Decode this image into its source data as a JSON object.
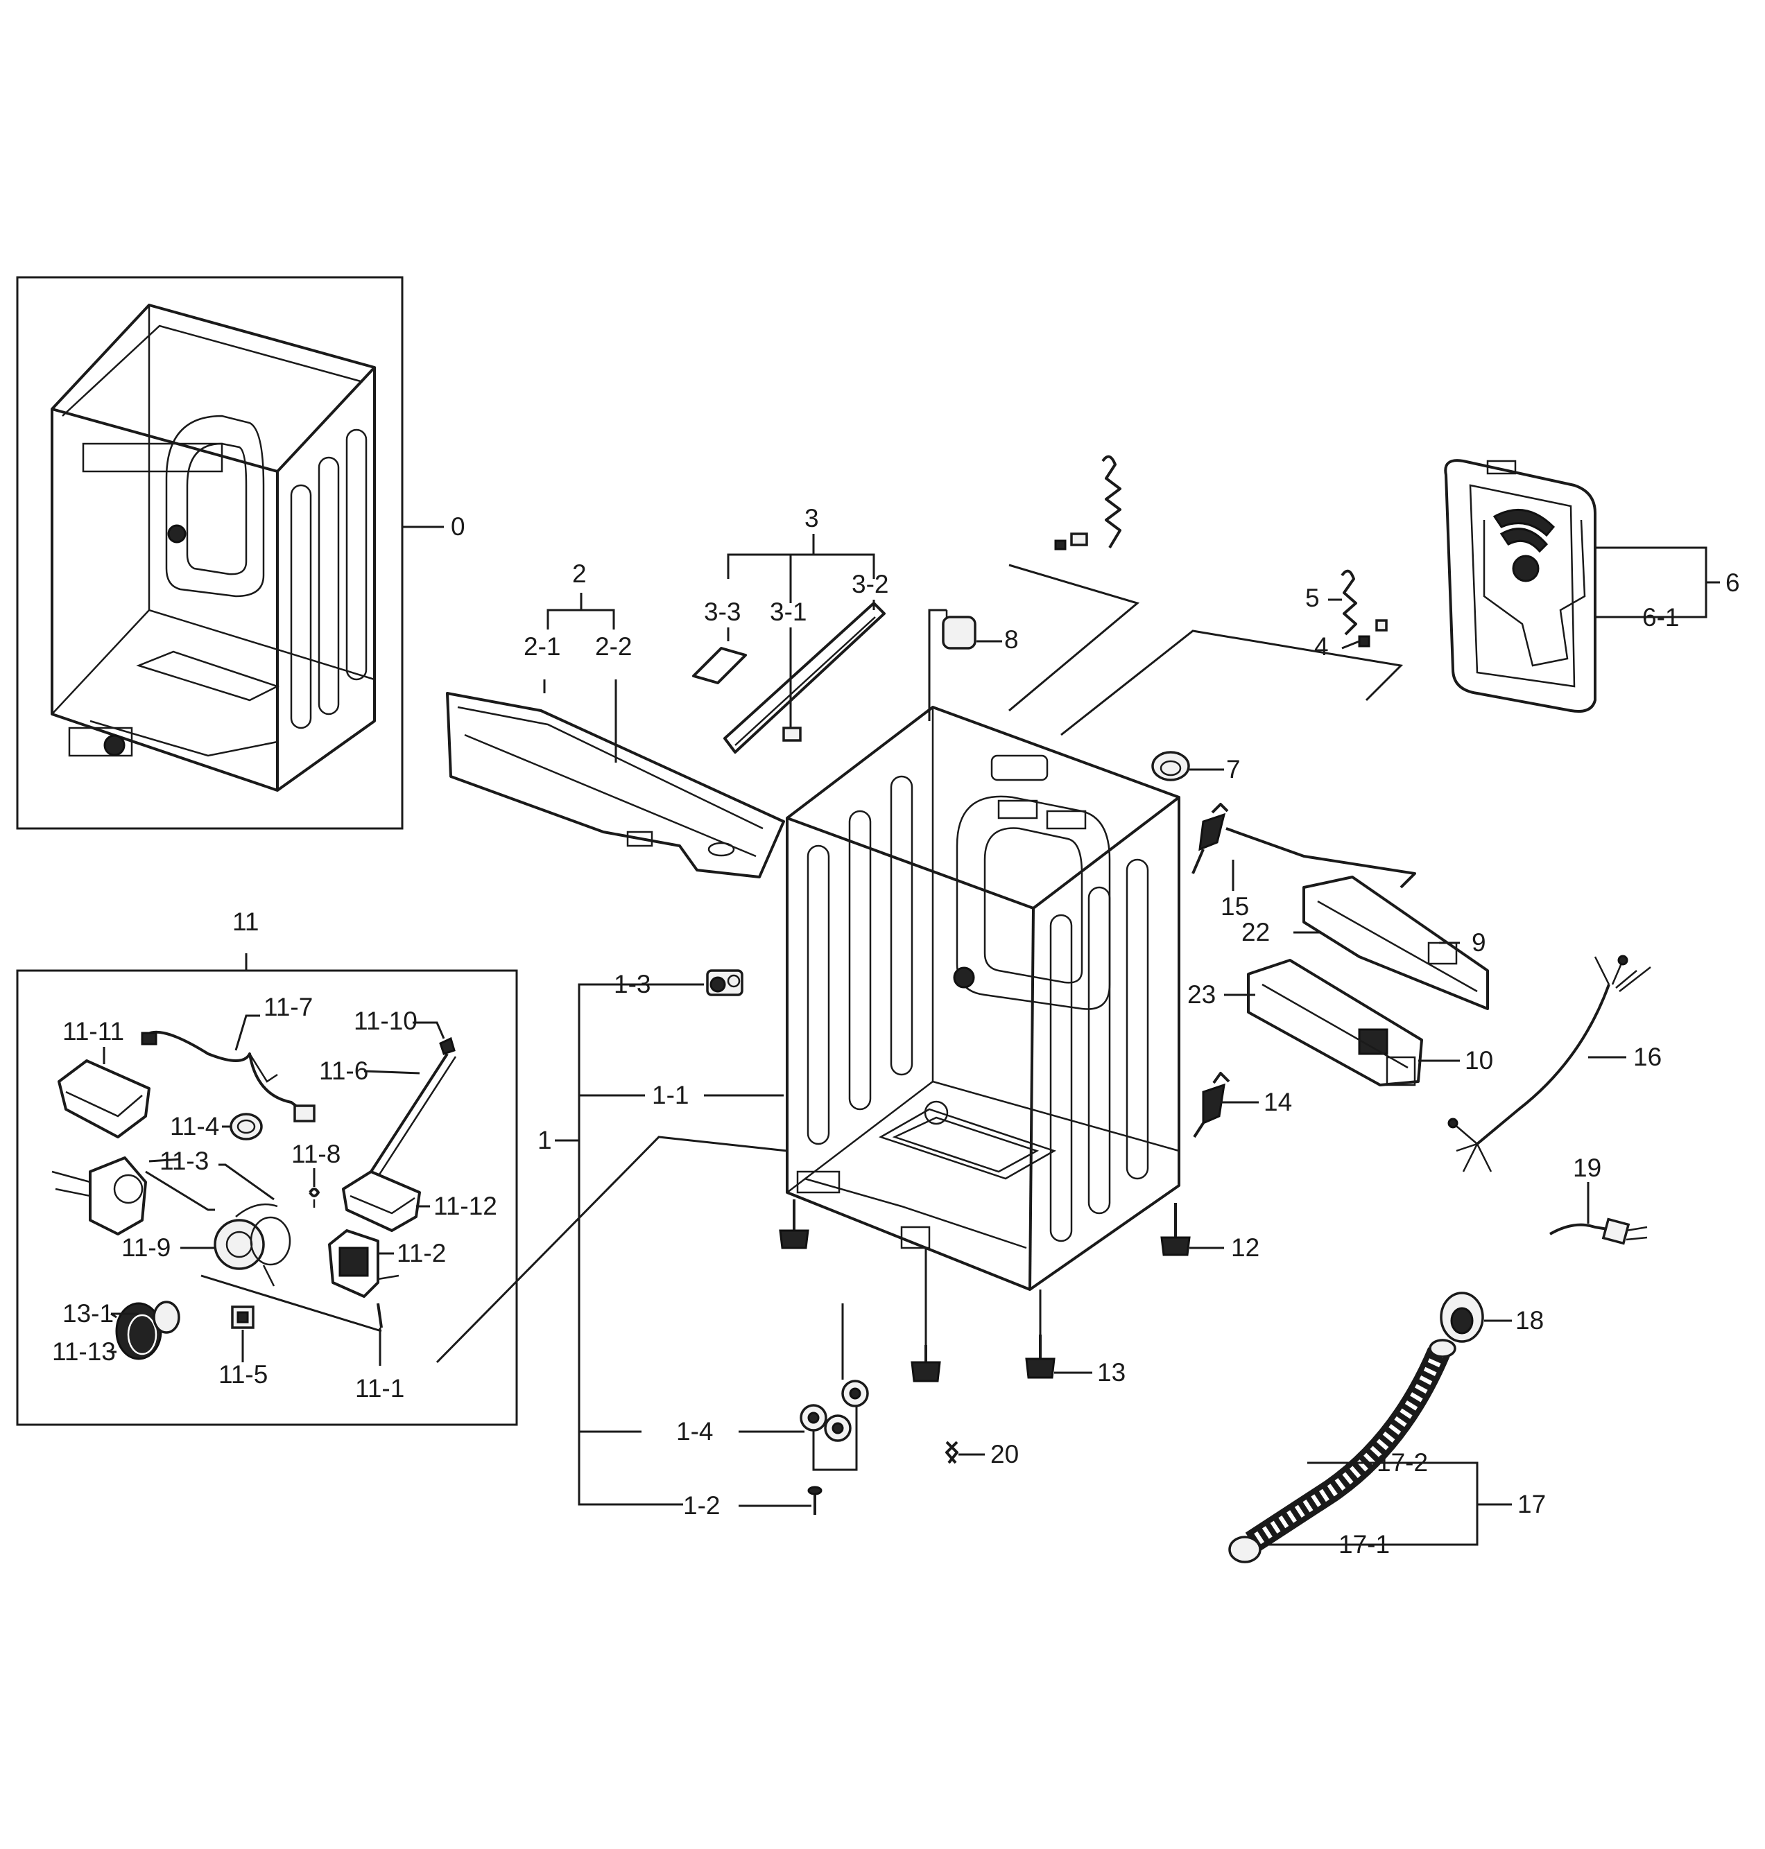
{
  "labels": {
    "l0": "0",
    "l1": "1",
    "l1_1": "1-1",
    "l1_2": "1-2",
    "l1_3": "1-3",
    "l1_4": "1-4",
    "l2": "2",
    "l2_1": "2-1",
    "l2_2": "2-2",
    "l3": "3",
    "l3_1": "3-1",
    "l3_2": "3-2",
    "l3_3": "3-3",
    "l4": "4",
    "l5": "5",
    "l6": "6",
    "l6_1": "6-1",
    "l7": "7",
    "l8": "8",
    "l9": "9",
    "l10": "10",
    "l11": "11",
    "l11_1": "11-1",
    "l11_2": "11-2",
    "l11_3": "11-3",
    "l11_4": "11-4",
    "l11_5": "11-5",
    "l11_6": "11-6",
    "l11_7": "11-7",
    "l11_8": "11-8",
    "l11_9": "11-9",
    "l11_10": "11-10",
    "l11_11": "11-11",
    "l11_12": "11-12",
    "l11_13": "11-13",
    "l12": "12",
    "l13": "13",
    "l13_1": "13-1",
    "l14": "14",
    "l15": "15",
    "l16": "16",
    "l17": "17",
    "l17_1": "17-1",
    "l17_2": "17-2",
    "l18": "18",
    "l19": "19",
    "l20": "20",
    "l22": "22",
    "l23": "23"
  }
}
